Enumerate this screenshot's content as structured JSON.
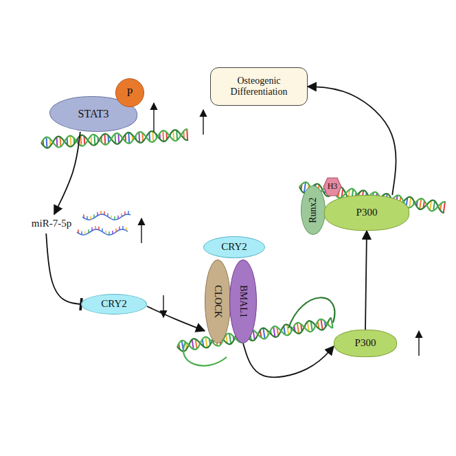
{
  "diagram": {
    "nodes": [
      {
        "text": [
          "STAT3"
        ]
      },
      {
        "text": [
          "P"
        ]
      },
      {
        "text": [
          "Osteogenic Differentiation"
        ]
      },
      {
        "text": [
          "miR-7-5p"
        ]
      },
      {
        "text": [
          "CRY2"
        ]
      },
      {
        "text": [
          "CRY2"
        ]
      },
      {
        "text": [
          "CLOCK"
        ]
      },
      {
        "text": [
          "BMAL1"
        ]
      },
      {
        "text": [
          "P300"
        ]
      },
      {
        "text": [
          "Runx2"
        ]
      },
      {
        "text": [
          "H3"
        ]
      },
      {
        "text": [
          "P300"
        ]
      }
    ],
    "edges": [
      {
        "from": 0,
        "to": 3,
        "arrow": "to"
      },
      {
        "from": 3,
        "to": 4,
        "arrow": "to"
      },
      {
        "from": 4,
        "to": 6,
        "arrow": "to"
      },
      {
        "from": 7,
        "to": 8,
        "arrow": "to"
      },
      {
        "from": 8,
        "to": 11,
        "arrow": "to"
      },
      {
        "from": 11,
        "to": 2,
        "arrow": "to"
      }
    ]
  }
}
